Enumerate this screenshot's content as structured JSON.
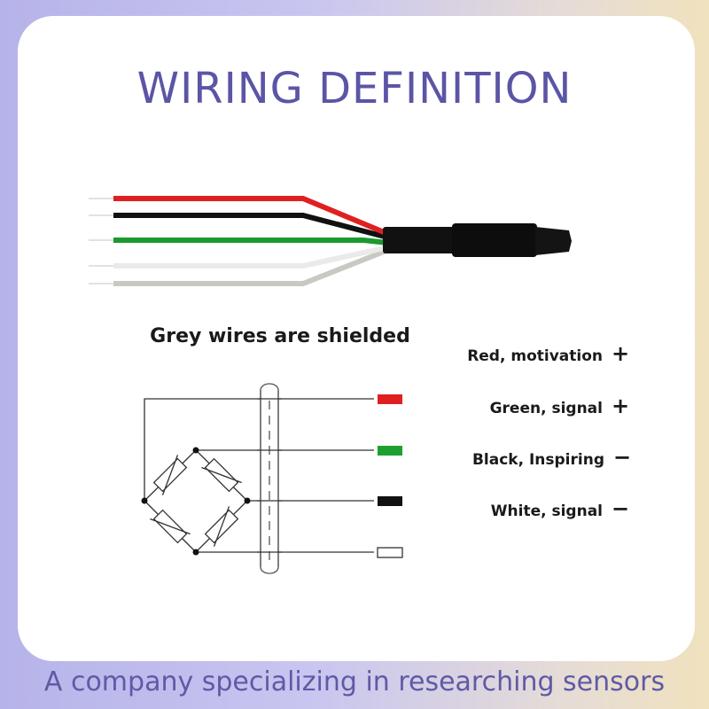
{
  "title": "WIRING DEFINITION",
  "subtitle": "Grey wires are shielded",
  "wires": [
    {
      "label": "Red, motivation",
      "sign": "+",
      "color": "#e02020"
    },
    {
      "label": "Green, signal",
      "sign": "+",
      "color": "#1ea030"
    },
    {
      "label": "Black, Inspiring",
      "sign": "−",
      "color": "#111111"
    },
    {
      "label": "White, signal",
      "sign": "−",
      "color": "#ffffff"
    }
  ],
  "footer": "A company specializing in researching sensors"
}
